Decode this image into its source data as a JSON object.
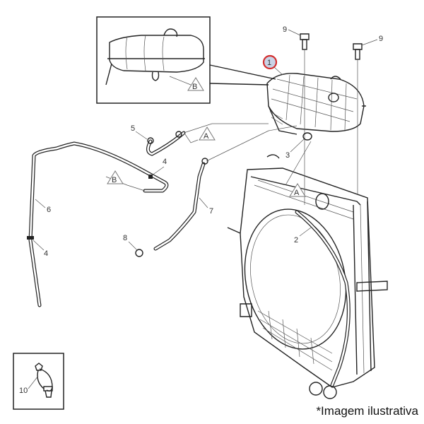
{
  "diagram": {
    "callouts": {
      "c1": "1",
      "c2": "2",
      "c3": "3",
      "c4a": "4",
      "c4b": "4",
      "c5": "5",
      "c6": "6",
      "c7": "7",
      "c8": "8",
      "c9a": "9",
      "c9b": "9",
      "c10": "10"
    },
    "refs": {
      "a1": "A",
      "a2": "A",
      "b1": "B",
      "b2": "B"
    },
    "highlight_color": "#d32f2f",
    "highlight_fill": "#c9d3e6"
  },
  "caption": "*Imagem ilustrativa"
}
